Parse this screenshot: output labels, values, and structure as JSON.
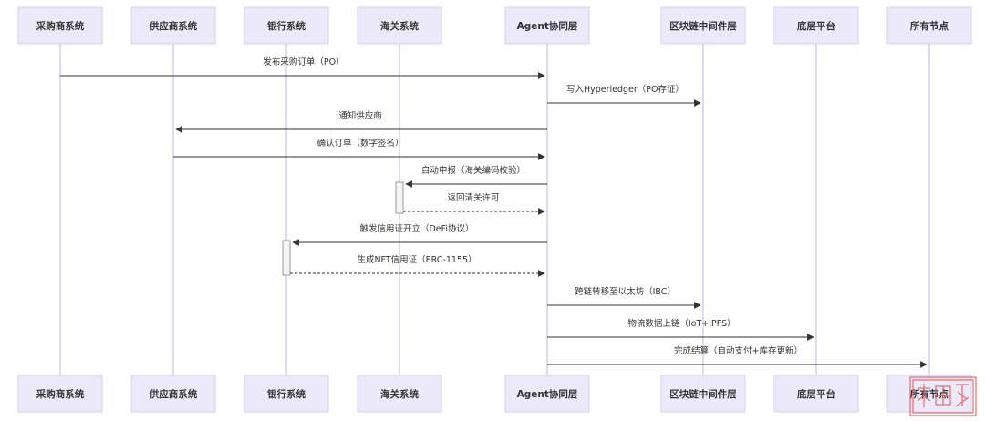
{
  "diagram": {
    "actors": [
      {
        "id": "purchaser",
        "label": "采购商系统"
      },
      {
        "id": "supplier",
        "label": "供应商系统"
      },
      {
        "id": "bank",
        "label": "银行系统"
      },
      {
        "id": "customs",
        "label": "海关系统"
      },
      {
        "id": "agent",
        "label": "Agent协同层"
      },
      {
        "id": "blockchain",
        "label": "区块链中间件层"
      },
      {
        "id": "platform",
        "label": "底层平台"
      },
      {
        "id": "nodes",
        "label": "所有节点"
      }
    ],
    "messages": [
      {
        "from": "purchaser",
        "to": "agent",
        "label": "发布采购订单（PO）",
        "style": "solid"
      },
      {
        "from": "agent",
        "to": "blockchain",
        "label": "写入Hyperledger（PO存证）",
        "style": "solid"
      },
      {
        "from": "agent",
        "to": "supplier",
        "label": "通知供应商",
        "style": "solid"
      },
      {
        "from": "supplier",
        "to": "agent",
        "label": "确认订单（数字签名）",
        "style": "solid"
      },
      {
        "from": "agent",
        "to": "customs",
        "label": "自动申报（海关编码校验）",
        "style": "solid"
      },
      {
        "from": "customs",
        "to": "agent",
        "label": "返回清关许可",
        "style": "dashed"
      },
      {
        "from": "agent",
        "to": "bank",
        "label": "触发信用证开立（DeFi协议）",
        "style": "solid"
      },
      {
        "from": "bank",
        "to": "agent",
        "label": "生成NFT信用证（ERC-1155）",
        "style": "dashed"
      },
      {
        "from": "agent",
        "to": "blockchain",
        "label": "跨链转移至以太坊（IBC）",
        "style": "solid"
      },
      {
        "from": "agent",
        "to": "platform",
        "label": "物流数据上链（IoT+IPFS）",
        "style": "solid"
      },
      {
        "from": "agent",
        "to": "nodes",
        "label": "完成结算（自动支付+库存更新）",
        "style": "solid"
      }
    ],
    "activations": [
      {
        "actor": "customs",
        "from_message": 4,
        "to_message": 5
      },
      {
        "actor": "bank",
        "from_message": 6,
        "to_message": 7
      }
    ]
  }
}
